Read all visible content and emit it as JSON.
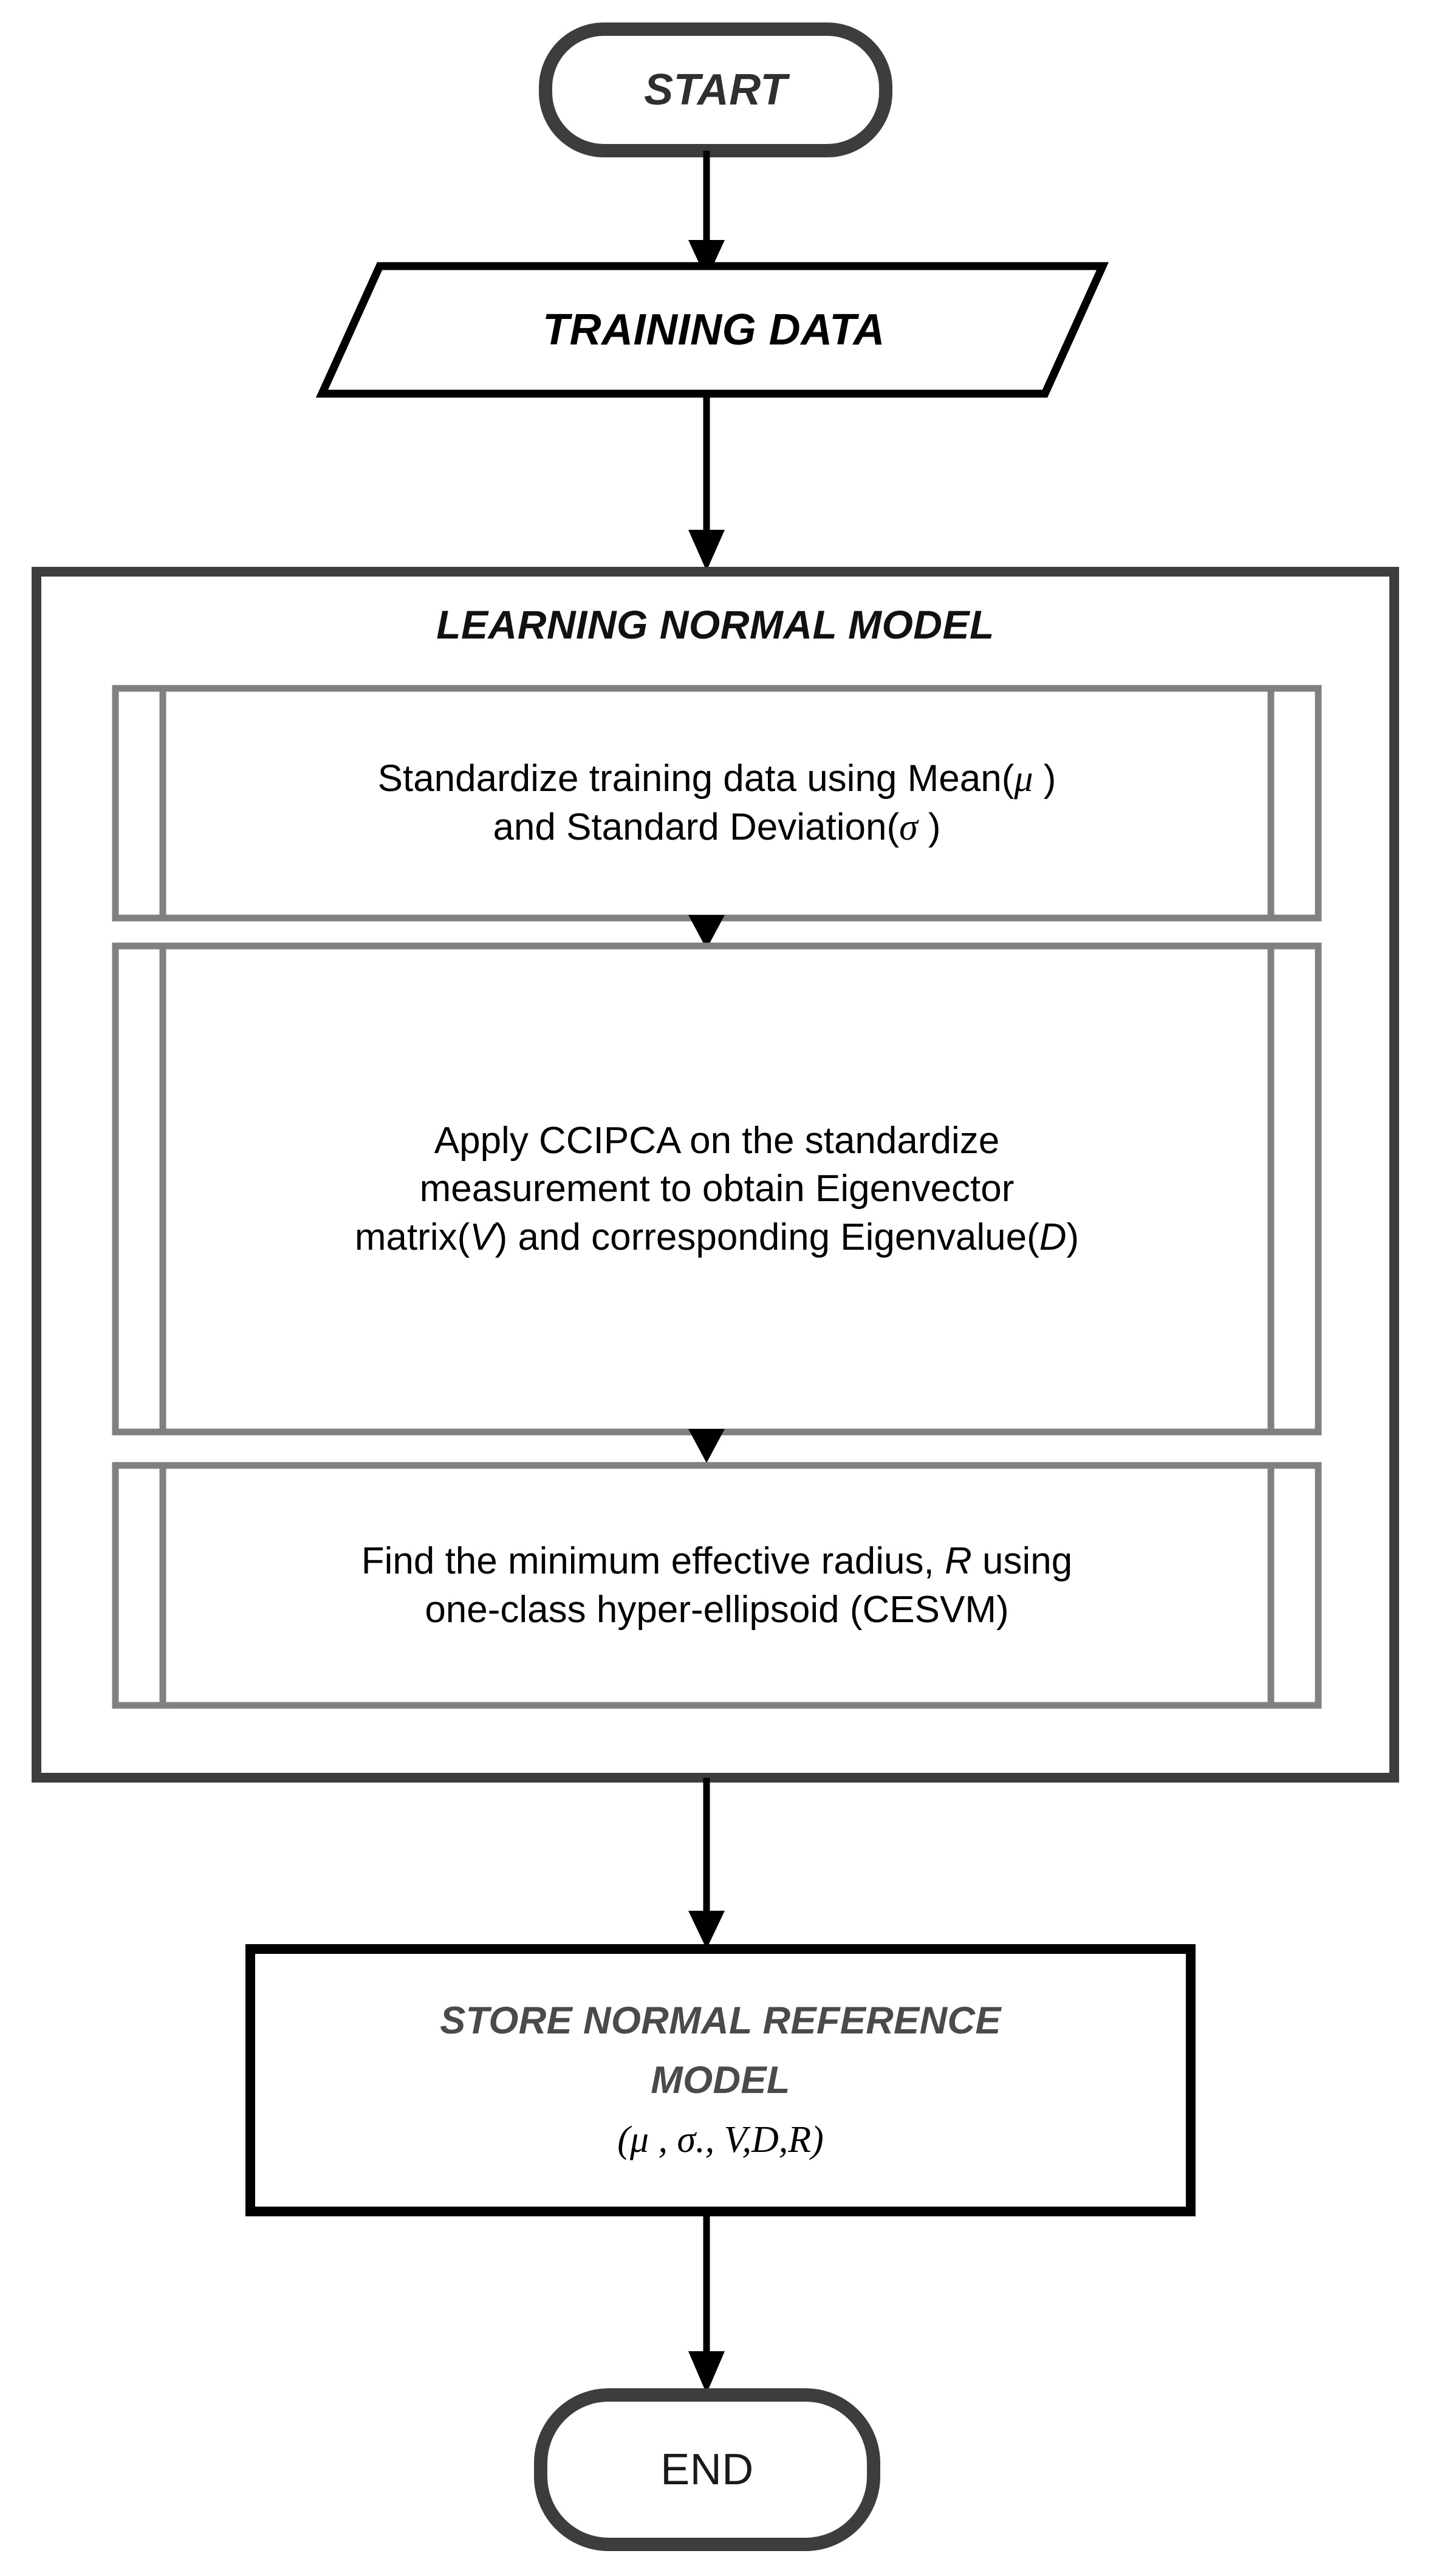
{
  "diagram": {
    "title": "Learning Normal Model Flowchart",
    "colors": {
      "terminator_stroke": "#3d3d3d",
      "process_stroke": "#000000",
      "group_stroke": "#3d3d3d",
      "inner_stroke": "#808080",
      "arrow": "#000000",
      "background": "#ffffff",
      "store_text": "#4a4a4a"
    }
  },
  "nodes": {
    "start": {
      "label": "START",
      "shape": "terminator"
    },
    "training_data": {
      "label": "TRAINING DATA",
      "shape": "parallelogram-io"
    },
    "learning_group": {
      "title": "LEARNING NORMAL MODEL",
      "shape": "container",
      "steps": [
        {
          "id": "standardize",
          "shape": "predefined-process",
          "line1_a": "Standardize training data using Mean(",
          "line1_sym": "μ",
          "line1_b": " )",
          "line2_a": "and Standard Deviation(",
          "line2_sym": "σ",
          "line2_b": " )"
        },
        {
          "id": "ccipca",
          "shape": "predefined-process",
          "line1": "Apply CCIPCA on the standardize",
          "line2": "measurement to obtain Eigenvector",
          "line3_a": "matrix(",
          "line3_v": "V",
          "line3_b": ") and corresponding Eigenvalue(",
          "line3_d": "D",
          "line3_c": ")"
        },
        {
          "id": "cesvm",
          "shape": "predefined-process",
          "line1_a": "Find the minimum effective radius, ",
          "line1_r": "R",
          "line1_b": " using",
          "line2": "one-class hyper-ellipsoid (CESVM)"
        }
      ]
    },
    "store_model": {
      "shape": "process",
      "line1": "STORE NORMAL REFERENCE",
      "line2": "MODEL",
      "formula": "(μ , σ., V,D,R)"
    },
    "end": {
      "label": "END",
      "shape": "terminator"
    }
  },
  "edges": [
    {
      "id": "start-to-training",
      "from": "start",
      "to": "training_data",
      "arrowhead": "filled-triangle"
    },
    {
      "id": "training-to-group",
      "from": "training_data",
      "to": "learning_group",
      "arrowhead": "filled-triangle"
    },
    {
      "id": "standardize-to-ccipca",
      "from": "standardize",
      "to": "ccipca",
      "arrowhead": "filled-triangle"
    },
    {
      "id": "ccipca-to-cesvm",
      "from": "ccipca",
      "to": "cesvm",
      "arrowhead": "filled-triangle"
    },
    {
      "id": "group-to-store",
      "from": "learning_group",
      "to": "store_model",
      "arrowhead": "filled-triangle"
    },
    {
      "id": "store-to-end",
      "from": "store_model",
      "to": "end",
      "arrowhead": "filled-triangle"
    }
  ]
}
